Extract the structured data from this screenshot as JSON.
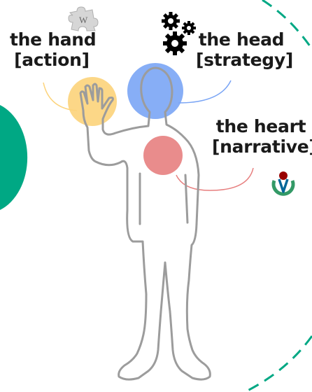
{
  "labels": {
    "hand": {
      "title": "the hand",
      "subtitle": "[action]"
    },
    "head": {
      "title": "the head",
      "subtitle": "[strategy]"
    },
    "heart": {
      "title": "the heart",
      "subtitle": "[narrative]"
    }
  },
  "logo_text": {
    "wikipedia_puzzle": "W"
  },
  "colors": {
    "hand": "#fcd37a",
    "head": "#7aa5f5",
    "heart": "#e77f7f",
    "teal_accent": "#00a884",
    "body_outline": "#9c9c9c",
    "text": "#1a1a1a"
  },
  "icons": [
    "wikipedia-puzzle-icon",
    "gears-icon",
    "wikimedia-logo-icon"
  ]
}
